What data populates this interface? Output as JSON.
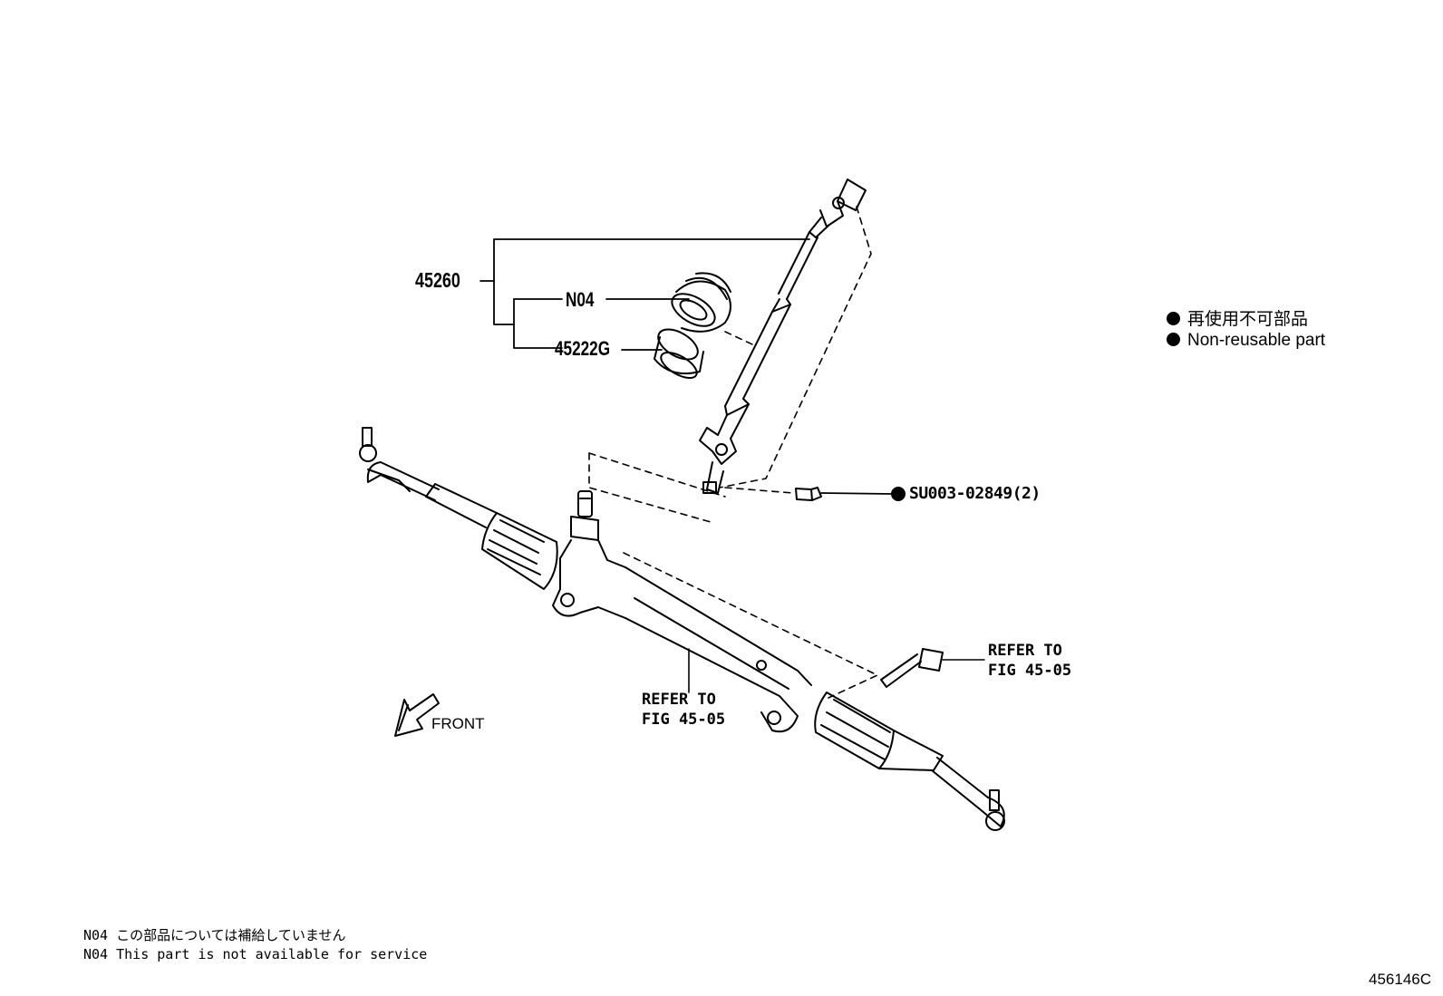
{
  "callouts": {
    "assembly": "45260",
    "boot": "N04",
    "seal": "45222G",
    "bolt": "SU003-02849(2)",
    "refer_rack_line1": "REFER TO",
    "refer_rack_line2": "FIG 45-05",
    "refer_bolt_line1": "REFER TO",
    "refer_bolt_line2": "FIG 45-05",
    "front": "FRONT"
  },
  "legend": {
    "line_jp": "再使用不可部品",
    "line_en": "Non-reusable part",
    "marker_color": "#000000"
  },
  "notes": {
    "line_jp": "N04 この部品については補給していません",
    "line_en": "N04 This part is not available for service"
  },
  "figure_id": "456146C",
  "icons": [
    "front-arrow-icon",
    "non-reusable-dot-icon"
  ]
}
